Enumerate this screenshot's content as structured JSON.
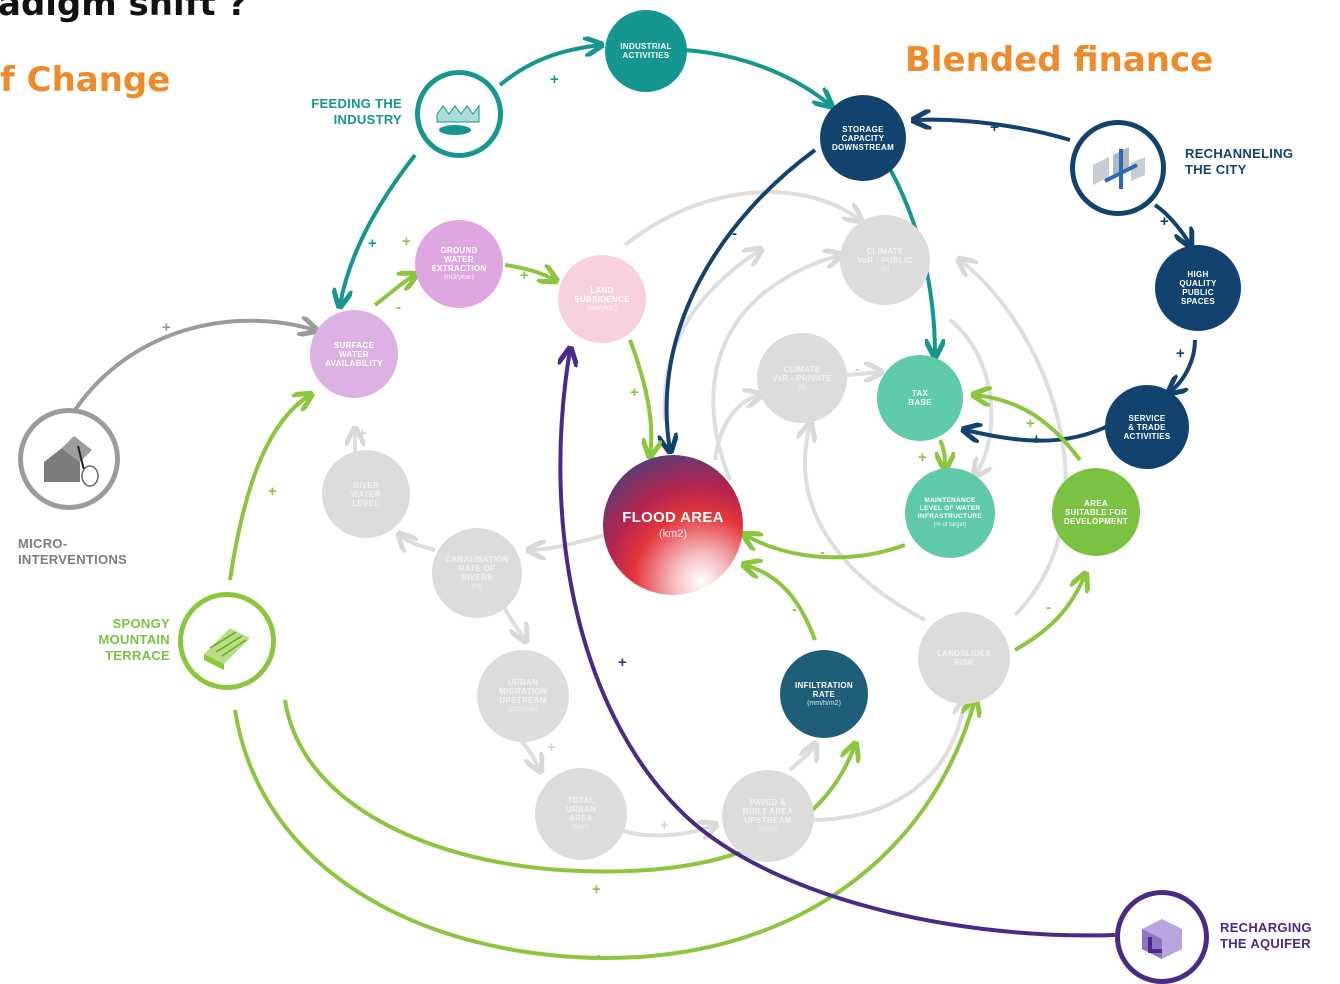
{
  "headings": {
    "top": "adigm shift ?",
    "left": "f Change",
    "right": "Blended finance"
  },
  "colors": {
    "orange": "#ef8a2a",
    "teal": "#15968f",
    "navy": "#12436f",
    "green": "#8cc63f",
    "purple": "#4a2a86",
    "grey": "#9b9b9b",
    "ghost": "#dcdcdc"
  },
  "nodes": {
    "industrial_activities": {
      "label": "INDUSTRIAL\nACTIVITIES"
    },
    "storage_capacity": {
      "label": "STORAGE\nCAPACITY\nDOWNSTREAM"
    },
    "high_quality_spaces": {
      "label": "HIGH\nQUALITY\nPUBLIC\nSPACES"
    },
    "service_trade": {
      "label": "SERVICE\n& TRADE\nACTIVITIES"
    },
    "ground_water": {
      "label": "GROUND\nWATER\nEXTRACTION",
      "unit": "(m3/year)"
    },
    "land_subsidence": {
      "label": "LAND\nSUBSIDENCE",
      "unit": "(cm/year)"
    },
    "climate_public": {
      "label": "CLIMATE\nVaR - PUBLIC",
      "unit": "($)"
    },
    "surface_water": {
      "label": "SURFACE\nWATER\nAVAILABILITY"
    },
    "climate_private": {
      "label": "CLIMATE\nVaR - PRIVATE",
      "unit": "($)"
    },
    "tax_base": {
      "label": "TAX\nBASE"
    },
    "river_level": {
      "label": "RIVER\nWATER\nLEVEL"
    },
    "flood_area": {
      "label": "FLOOD AREA",
      "unit": "(km2)"
    },
    "maintenance": {
      "label": "MAINTENANCE\nLEVEL OF WATER\nINFRASTRUCTURE",
      "unit": "(% of target)"
    },
    "area_suitable": {
      "label": "AREA\nSUITABLE FOR\nDEVELOPMENT"
    },
    "canalisation": {
      "label": "CANALISATION\nRATE OF\nRIVERS",
      "unit": "(%)"
    },
    "landslides": {
      "label": "LANDSLIDES\nRISK"
    },
    "urban_migration": {
      "label": "URBAN\nMIGRATION\nUPSTREAM",
      "unit": "(ppl/year)"
    },
    "infiltration": {
      "label": "INFILTRATION\nRATE",
      "unit": "(mm/h/m2)"
    },
    "total_urban": {
      "label": "TOTAL\nURBAN\nAREA",
      "unit": "(km2)"
    },
    "paved_area": {
      "label": "PAVED &\nBUILT AREA\nUPSTREAM",
      "unit": "(km2)"
    }
  },
  "levers": {
    "feeding_industry": "FEEDING THE\nINDUSTRY",
    "rechanneling_city": "RECHANNELING\nTHE CITY",
    "micro_interventions": "MICRO-\nINTERVENTIONS",
    "spongy_terrace": "SPONGY\nMOUNTAIN\nTERRACE",
    "recharging_aquifer": "RECHARGING\nTHE AQUIFER"
  },
  "signs": {
    "s1": "+",
    "s2": "+",
    "s3": "+",
    "s4": "+",
    "s5": "-",
    "s6": "+",
    "s7": "+",
    "s8": "-",
    "s9": "+",
    "s10": "+",
    "s11": "+",
    "s12": "+",
    "s13": "+",
    "s14": "+",
    "s15": "+",
    "s16": "-",
    "s17": "+",
    "s18": "-",
    "s19": "-",
    "s20": "+",
    "s21": "+",
    "s22": "-",
    "s23": "+",
    "s24": "+",
    "s25": "-"
  }
}
